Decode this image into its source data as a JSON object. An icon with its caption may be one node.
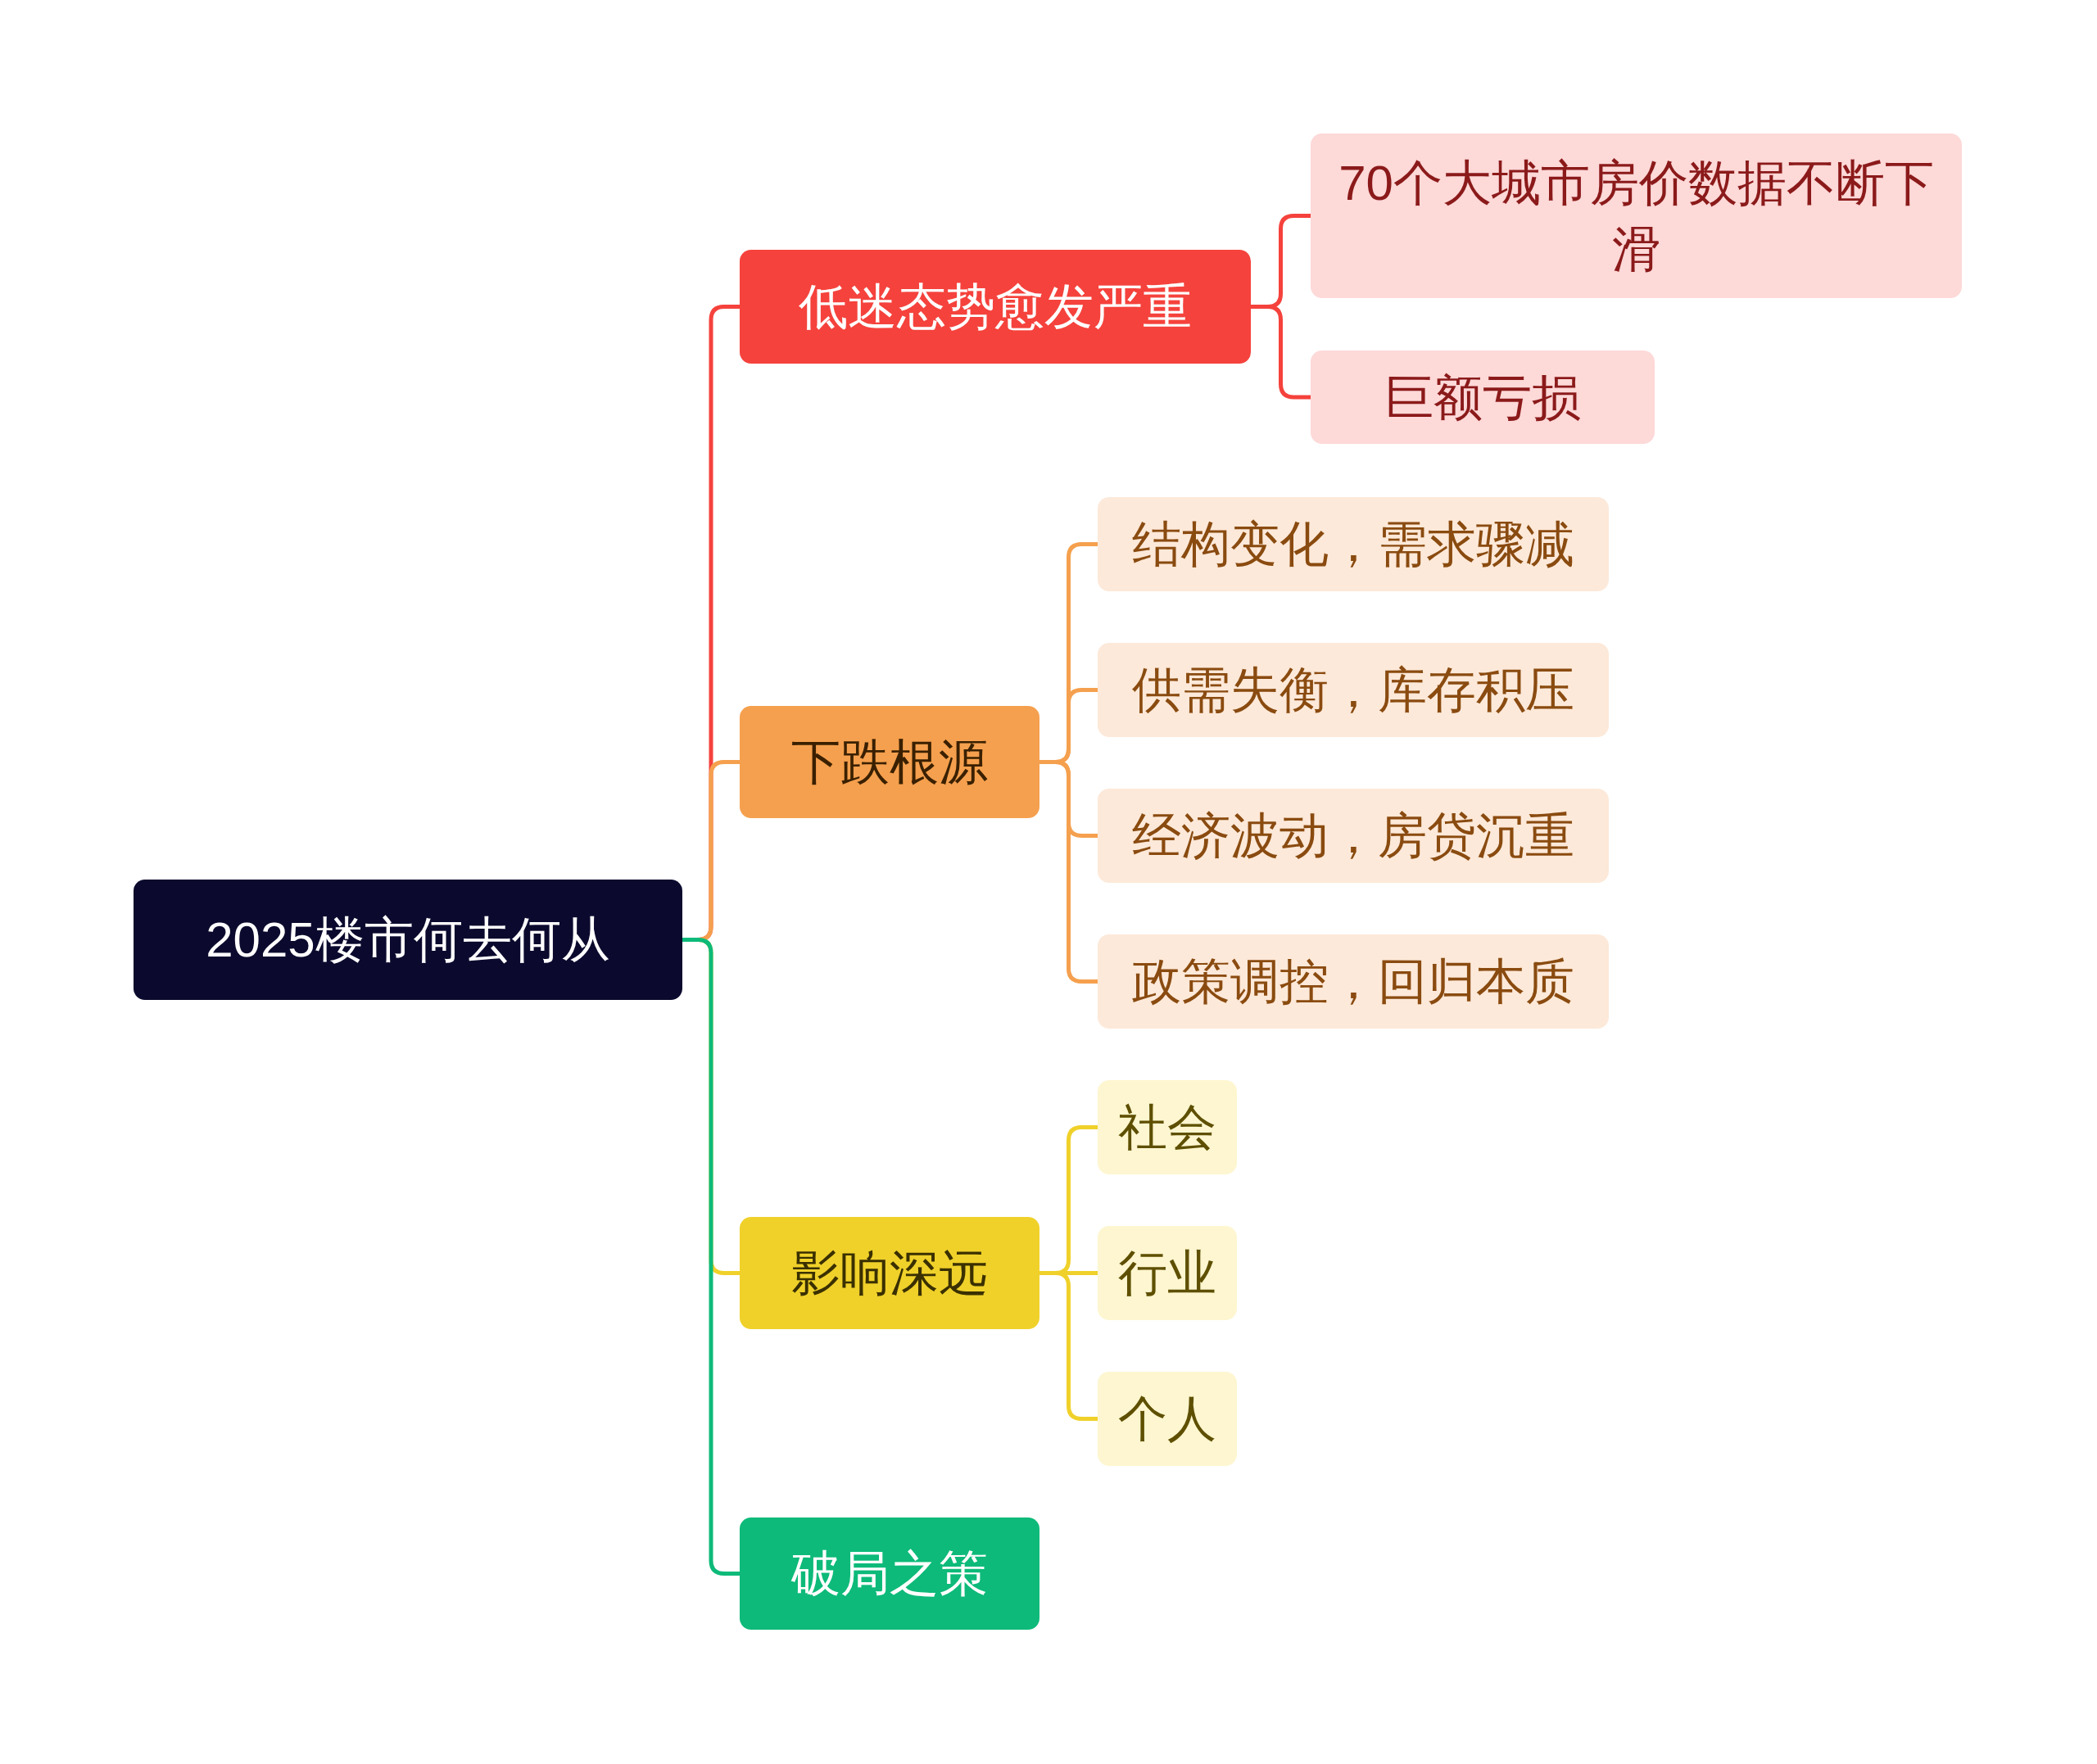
{
  "diagram": {
    "nodes": [
      {
        "text": [
          "2025楼市何去何从"
        ]
      },
      {
        "text": [
          "低迷态势愈发严重"
        ]
      },
      {
        "text": [
          "70个大城市房价数据不断下滑"
        ]
      },
      {
        "text": [
          "巨额亏损"
        ]
      },
      {
        "text": [
          "下跌根源"
        ]
      },
      {
        "text": [
          "结构变化，需求骤减"
        ]
      },
      {
        "text": [
          "供需失衡，库存积压"
        ]
      },
      {
        "text": [
          "经济波动，房贷沉重"
        ]
      },
      {
        "text": [
          "政策调控，回归本质"
        ]
      },
      {
        "text": [
          "影响深远"
        ]
      },
      {
        "text": [
          "社会"
        ]
      },
      {
        "text": [
          "行业"
        ]
      },
      {
        "text": [
          "个人"
        ]
      },
      {
        "text": [
          "破局之策"
        ]
      }
    ],
    "edges": [
      {
        "from": 0,
        "to": 1,
        "arrow": "none",
        "color": "#f5423c"
      },
      {
        "from": 0,
        "to": 4,
        "arrow": "none",
        "color": "#f5a04e"
      },
      {
        "from": 0,
        "to": 9,
        "arrow": "none",
        "color": "#f0d12a"
      },
      {
        "from": 0,
        "to": 13,
        "arrow": "none",
        "color": "#0dba79"
      },
      {
        "from": 1,
        "to": 2,
        "arrow": "none",
        "color": "#f5423c"
      },
      {
        "from": 1,
        "to": 3,
        "arrow": "none",
        "color": "#f5423c"
      },
      {
        "from": 4,
        "to": 5,
        "arrow": "none",
        "color": "#f5a04e"
      },
      {
        "from": 4,
        "to": 6,
        "arrow": "none",
        "color": "#f5a04e"
      },
      {
        "from": 4,
        "to": 7,
        "arrow": "none",
        "color": "#f5a04e"
      },
      {
        "from": 4,
        "to": 8,
        "arrow": "none",
        "color": "#f5a04e"
      },
      {
        "from": 9,
        "to": 10,
        "arrow": "none",
        "color": "#f0d12a"
      },
      {
        "from": 9,
        "to": 11,
        "arrow": "none",
        "color": "#f0d12a"
      },
      {
        "from": 9,
        "to": 12,
        "arrow": "none",
        "color": "#f0d12a"
      }
    ]
  }
}
